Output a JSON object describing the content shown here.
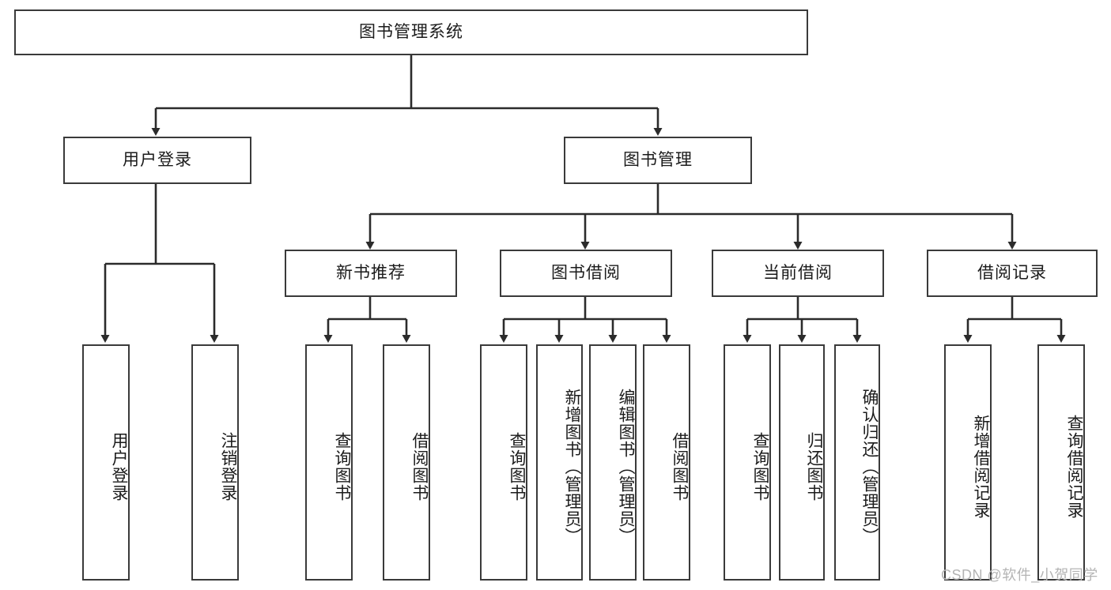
{
  "diagram": {
    "type": "tree",
    "title": "图书管理系统",
    "orientation": "top-down",
    "colors": {
      "box_border": "#3a3a3a",
      "box_fill": "#ffffff",
      "connector": "#2b2b2b",
      "text": "#1b1b1b",
      "watermark": "#b4b4b4",
      "page_background": "#ffffff"
    },
    "root": {
      "label": "图书管理系统"
    },
    "level1": [
      {
        "label": "用户登录"
      },
      {
        "label": "图书管理"
      }
    ],
    "level2": [
      {
        "label": "新书推荐"
      },
      {
        "label": "图书借阅"
      },
      {
        "label": "当前借阅"
      },
      {
        "label": "借阅记录"
      }
    ],
    "leaves": {
      "user_login": [
        {
          "label": "用户登录"
        },
        {
          "label": "注销登录"
        }
      ],
      "new_book_recommend": [
        {
          "label": "查询图书"
        },
        {
          "label": "借阅图书"
        }
      ],
      "book_borrow": [
        {
          "label": "查询图书"
        },
        {
          "label": "新增图书（管理员）"
        },
        {
          "label": "编辑图书（管理员）"
        },
        {
          "label": "借阅图书"
        }
      ],
      "current_borrow": [
        {
          "label": "查询图书"
        },
        {
          "label": "归还图书"
        },
        {
          "label": "确认归还（管理员）"
        }
      ],
      "borrow_record": [
        {
          "label": "新增借阅记录"
        },
        {
          "label": "查询借阅记录"
        }
      ]
    }
  },
  "watermark": {
    "text": "CSDN @软件_小贺同学"
  }
}
